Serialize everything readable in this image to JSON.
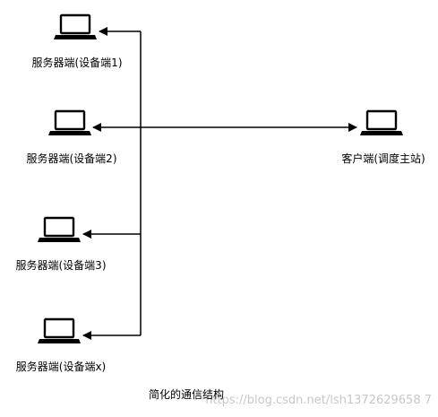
{
  "diagram": {
    "caption": "简化的通信结构",
    "watermark": "https://blog.csdn.net/lsh1372629658 7",
    "nodes": [
      {
        "id": "server-1",
        "label": "服务器端(设备端1)",
        "icon": "laptop-icon"
      },
      {
        "id": "server-2",
        "label": "服务器端(设备端2)",
        "icon": "laptop-icon"
      },
      {
        "id": "server-3",
        "label": "服务器端(设备端3)",
        "icon": "laptop-icon"
      },
      {
        "id": "server-x",
        "label": "服务器端(设备端x)",
        "icon": "laptop-icon"
      },
      {
        "id": "client",
        "label": "客户端(调度主站)",
        "icon": "laptop-icon"
      }
    ],
    "colors": {
      "line": "#000000",
      "icon": "#000000",
      "watermark": "#c8c8c8"
    }
  }
}
